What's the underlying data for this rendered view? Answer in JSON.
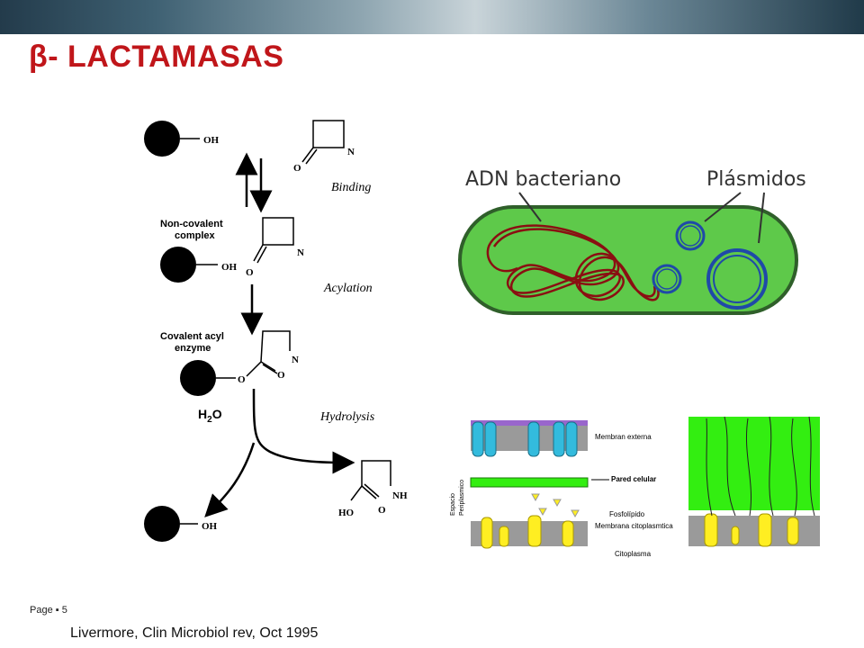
{
  "slide": {
    "title": "β- LACTAMASAS",
    "page_label": "Page",
    "page_number": "5",
    "citation": "Livermore, Clin Microbiol rev, Oct 1995"
  },
  "mechanism": {
    "groups": {
      "oh": "OH",
      "n": "N",
      "o": "O",
      "nh": "NH",
      "ho": "HO"
    },
    "steps": [
      "Binding",
      "Acylation",
      "Hydrolysis"
    ],
    "complex1": [
      "Non-covalent",
      "complex"
    ],
    "complex2": [
      "Covalent acyl",
      "enzyme"
    ],
    "water": {
      "h": "H",
      "sub": "2",
      "o": "O"
    }
  },
  "bacterium": {
    "label_dna": "ADN bacteriano",
    "label_plasmids": "Plásmidos",
    "colors": {
      "cell": "#5ec94a",
      "dna": "#8a0f12",
      "plasmid": "#1f4aa8"
    }
  },
  "membrane": {
    "labels": [
      "Membran externa",
      "Pared celular",
      "Fosfolípido",
      "Membrana citoplasmtica",
      "Citoplasma"
    ],
    "side_label": [
      "Espacio",
      "Periplasmico"
    ],
    "colors": {
      "peptidoglycan": "#33ee11",
      "protein": "#ffee22",
      "porin": "#33bbdd",
      "lps": "#9966cc"
    }
  }
}
